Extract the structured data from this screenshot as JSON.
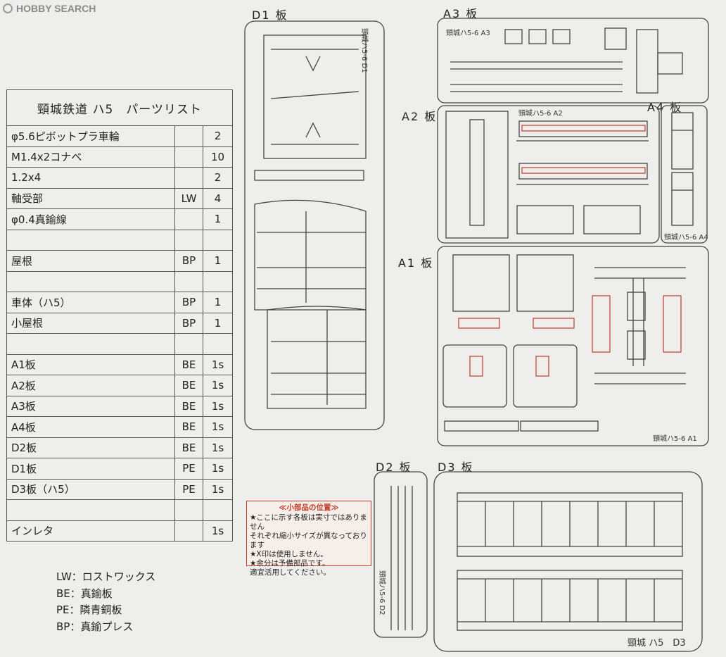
{
  "watermark": {
    "text": "HOBBY SEARCH"
  },
  "parts_list": {
    "title": "頸城鉄道 ハ5　パーツリスト",
    "rows": [
      {
        "name": "φ5.6ピボットプラ車輪",
        "material": "",
        "qty": "2"
      },
      {
        "name": "M1.4x2コナベ",
        "material": "",
        "qty": "10"
      },
      {
        "name": "1.2x4",
        "material": "",
        "qty": "2"
      },
      {
        "name": "軸受部",
        "material": "LW",
        "qty": "4"
      },
      {
        "name": "φ0.4真鍮線",
        "material": "",
        "qty": "1"
      },
      {
        "name": "",
        "material": "",
        "qty": ""
      },
      {
        "name": "屋根",
        "material": "BP",
        "qty": "1"
      },
      {
        "name": "",
        "material": "",
        "qty": ""
      },
      {
        "name": "車体（ハ5）",
        "material": "BP",
        "qty": "1"
      },
      {
        "name": "小屋根",
        "material": "BP",
        "qty": "1"
      },
      {
        "name": "",
        "material": "",
        "qty": ""
      },
      {
        "name": "A1板",
        "material": "BE",
        "qty": "1s"
      },
      {
        "name": "A2板",
        "material": "BE",
        "qty": "1s"
      },
      {
        "name": "A3板",
        "material": "BE",
        "qty": "1s"
      },
      {
        "name": "A4板",
        "material": "BE",
        "qty": "1s"
      },
      {
        "name": "D2板",
        "material": "BE",
        "qty": "1s"
      },
      {
        "name": "D1板",
        "material": "PE",
        "qty": "1s"
      },
      {
        "name": "D3板（ハ5）",
        "material": "PE",
        "qty": "1s"
      },
      {
        "name": "",
        "material": "",
        "qty": ""
      },
      {
        "name": "インレタ",
        "material": "",
        "qty": "1s"
      }
    ]
  },
  "legend": [
    "LW：ロストワックス",
    "BE：真鍮板",
    "PE：隣青銅板",
    "BP：真鍮プレス"
  ],
  "plates": {
    "d1": {
      "label": "D1 板",
      "sheet_text": "頸城ハ5-6 D1"
    },
    "a3": {
      "label": "A3 板",
      "sheet_text": "頸城ハ5-6 A3"
    },
    "a2": {
      "label": "A2 板",
      "sheet_text": "頸城ハ5-6 A2"
    },
    "a4": {
      "label": "A4 板",
      "sheet_text": "頸城ハ5-6 A4"
    },
    "a1": {
      "label": "A1 板",
      "sheet_text": "頸城ハ5-6 A1"
    },
    "d2": {
      "label": "D2 板",
      "sheet_text": "頸城ハ5-6 D2"
    },
    "d3": {
      "label": "D3 板",
      "sheet_text": "頸城 ハ5　D3"
    }
  },
  "note": {
    "title": "≪小部品の位置≫",
    "lines": [
      "★ここに示す各板は実寸ではありません",
      "それぞれ縮小サイズが異なっております",
      "★X印は使用しません。",
      "★余分は予備部品です。",
      "適宜活用してください。"
    ]
  },
  "colors": {
    "line": "#444444",
    "accent_red": "#c23a2a",
    "paper": "#eeeeec"
  }
}
